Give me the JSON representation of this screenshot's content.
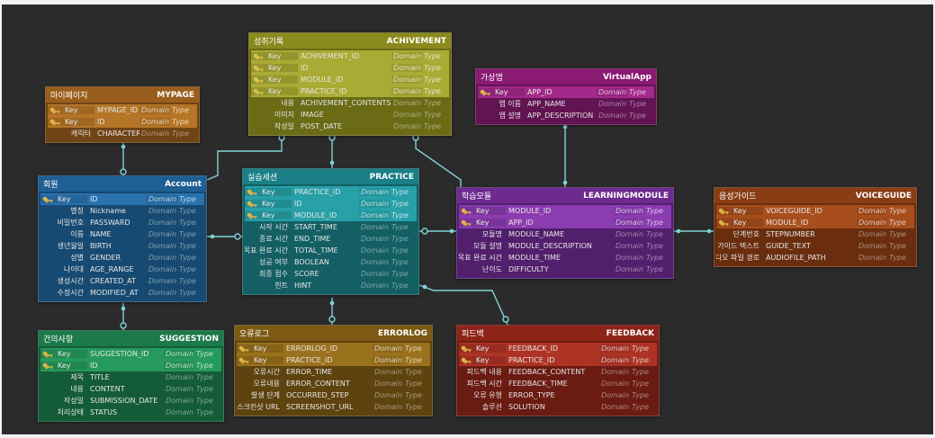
{
  "diagram": {
    "entities": [
      {
        "id": "achivement",
        "kr": "성취기록",
        "en": "ACHIVEMENT",
        "colors": {
          "head": "#8a8a1e",
          "body": "#6b6b16",
          "key": "#a9ab34",
          "key_icon": "#d9c24a"
        },
        "rows": [
          {
            "label": "Key",
            "name": "ACHIVEMENT_ID",
            "domain": "Domain",
            "type": "Type",
            "key": true
          },
          {
            "label": "Key",
            "name": "ID",
            "domain": "Domain",
            "type": "Type",
            "key": true
          },
          {
            "label": "Key",
            "name": "MODULE_ID",
            "domain": "Domain",
            "type": "Type",
            "key": true
          },
          {
            "label": "Key",
            "name": "PRACTICE_ID",
            "domain": "Domain",
            "type": "Type",
            "key": true
          },
          {
            "label": "내용",
            "name": "ACHIVEMENT_CONTENTS",
            "domain": "Domain",
            "type": "Type",
            "key": false
          },
          {
            "label": "이미지",
            "name": "IMAGE",
            "domain": "Domain",
            "type": "Type",
            "key": false
          },
          {
            "label": "작성일",
            "name": "POST_DATE",
            "domain": "Domain",
            "type": "Type",
            "key": false
          }
        ]
      },
      {
        "id": "mypage",
        "kr": "마이페이지",
        "en": "MYPAGE",
        "colors": {
          "head": "#9a5e1c",
          "body": "#704415",
          "key": "#b57627",
          "key_icon": "#e0b44a"
        },
        "rows": [
          {
            "label": "Key",
            "name": "MYPAGE_ID",
            "domain": "Domain",
            "type": "Type",
            "key": true
          },
          {
            "label": "Key",
            "name": "ID",
            "domain": "Domain",
            "type": "Type",
            "key": true
          },
          {
            "label": "캐릭터",
            "name": "CHARACTER",
            "domain": "Domain",
            "type": "Type",
            "key": false
          }
        ]
      },
      {
        "id": "virtualapp",
        "kr": "가상앱",
        "en": "VirtualApp",
        "colors": {
          "head": "#8a1a72",
          "body": "#621352",
          "key": "#a3298a",
          "key_icon": "#e0b44a"
        },
        "rows": [
          {
            "label": "Key",
            "name": "APP_ID",
            "domain": "Domain",
            "type": "Type",
            "key": true
          },
          {
            "label": "앱 이름",
            "name": "APP_NAME",
            "domain": "Domain",
            "type": "Type",
            "key": false
          },
          {
            "label": "앱 설명",
            "name": "APP_DESCRIPTION",
            "domain": "Domain",
            "type": "Type",
            "key": false
          }
        ]
      },
      {
        "id": "account",
        "kr": "회원",
        "en": "Account",
        "colors": {
          "head": "#1f5f93",
          "body": "#164a72",
          "key": "#2a72ad",
          "key_icon": "#e0b44a"
        },
        "rows": [
          {
            "label": "Key",
            "name": "ID",
            "domain": "Domain",
            "type": "Type",
            "key": true
          },
          {
            "label": "별칭",
            "name": "Nickname",
            "domain": "Domain",
            "type": "Type",
            "key": false
          },
          {
            "label": "비밀번호",
            "name": "PASSWARD",
            "domain": "Domain",
            "type": "Type",
            "key": false
          },
          {
            "label": "이름",
            "name": "NAME",
            "domain": "Domain",
            "type": "Type",
            "key": false
          },
          {
            "label": "생년월일",
            "name": "BIRTH",
            "domain": "Domain",
            "type": "Type",
            "key": false
          },
          {
            "label": "성별",
            "name": "GENDER",
            "domain": "Domain",
            "type": "Type",
            "key": false
          },
          {
            "label": "나이대",
            "name": "AGE_RANGE",
            "domain": "Domain",
            "type": "Type",
            "key": false
          },
          {
            "label": "생성시간",
            "name": "CREATED_AT",
            "domain": "Domain",
            "type": "Type",
            "key": false
          },
          {
            "label": "수정시간",
            "name": "MODIFIED_AT",
            "domain": "Domain",
            "type": "Type",
            "key": false
          }
        ]
      },
      {
        "id": "practice",
        "kr": "실습세션",
        "en": "PRACTICE",
        "colors": {
          "head": "#1a7f86",
          "body": "#135f64",
          "key": "#27a0a8",
          "key_icon": "#e0b44a"
        },
        "rows": [
          {
            "label": "Key",
            "name": "PRACTICE_ID",
            "domain": "Domain",
            "type": "Type",
            "key": true
          },
          {
            "label": "Key",
            "name": "ID",
            "domain": "Domain",
            "type": "Type",
            "key": true
          },
          {
            "label": "Key",
            "name": "MODULE_ID",
            "domain": "Domain",
            "type": "Type",
            "key": true
          },
          {
            "label": "시작 시간",
            "name": "START_TIME",
            "domain": "Domain",
            "type": "Type",
            "key": false
          },
          {
            "label": "종료 시간",
            "name": "END_TIME",
            "domain": "Domain",
            "type": "Type",
            "key": false
          },
          {
            "label": "목표 완료 시간",
            "name": "TOTAL_TIME",
            "domain": "Domain",
            "type": "Type",
            "key": false
          },
          {
            "label": "성공 여부",
            "name": "BOOLEAN",
            "domain": "Domain",
            "type": "Type",
            "key": false
          },
          {
            "label": "최종 점수",
            "name": "SCORE",
            "domain": "Domain",
            "type": "Type",
            "key": false
          },
          {
            "label": "힌트",
            "name": "HINT",
            "domain": "Domain",
            "type": "Type",
            "key": false
          }
        ]
      },
      {
        "id": "learningmodule",
        "kr": "학습모듈",
        "en": "LEARNINGMODULE",
        "colors": {
          "head": "#6d2a8f",
          "body": "#521f6c",
          "key": "#8a3cb0",
          "key_icon": "#e0b44a"
        },
        "rows": [
          {
            "label": "Key",
            "name": "MODULE_ID",
            "domain": "Domain",
            "type": "Type",
            "key": true
          },
          {
            "label": "Key",
            "name": "APP_ID",
            "domain": "Domain",
            "type": "Type",
            "key": true
          },
          {
            "label": "모듈명",
            "name": "MODULE_NAME",
            "domain": "Domain",
            "type": "Type",
            "key": false
          },
          {
            "label": "모듈 설명",
            "name": "MODULE_DESCRIPTION",
            "domain": "Domain",
            "type": "Type",
            "key": false
          },
          {
            "label": "목표 완료 시간",
            "name": "MODULE_TIME",
            "domain": "Domain",
            "type": "Type",
            "key": false
          },
          {
            "label": "난이도",
            "name": "DIFFICULTY",
            "domain": "Domain",
            "type": "Type",
            "key": false
          }
        ]
      },
      {
        "id": "voiceguide",
        "kr": "음성가이드",
        "en": "VOICEGUIDE",
        "colors": {
          "head": "#8a3d14",
          "body": "#6a2e0f",
          "key": "#a84e1d",
          "key_icon": "#e0b44a"
        },
        "rows": [
          {
            "label": "Key",
            "name": "VOICEGUIDE_ID",
            "domain": "Domain",
            "type": "Type",
            "key": true
          },
          {
            "label": "Key",
            "name": "MODULE_ID",
            "domain": "Domain",
            "type": "Type",
            "key": true
          },
          {
            "label": "단계번호",
            "name": "STEPNUMBER",
            "domain": "Domain",
            "type": "Type",
            "key": false
          },
          {
            "label": "가이드 텍스트",
            "name": "GUIDE_TEXT",
            "domain": "Domain",
            "type": "Type",
            "key": false
          },
          {
            "label": "오디오 파일 경로",
            "name": "AUDIOFILE_PATH",
            "domain": "Domain",
            "type": "Type",
            "key": false
          }
        ]
      },
      {
        "id": "suggestion",
        "kr": "건의사항",
        "en": "SUGGESTION",
        "colors": {
          "head": "#1c7a4a",
          "body": "#145c37",
          "key": "#26995c",
          "key_icon": "#e0b44a"
        },
        "rows": [
          {
            "label": "Key",
            "name": "SUGGESTION_ID",
            "domain": "Domain",
            "type": "Type",
            "key": true
          },
          {
            "label": "Key",
            "name": "ID",
            "domain": "Domain",
            "type": "Type",
            "key": true
          },
          {
            "label": "제목",
            "name": "TITLE",
            "domain": "Domain",
            "type": "Type",
            "key": false
          },
          {
            "label": "내용",
            "name": "CONTENT",
            "domain": "Domain",
            "type": "Type",
            "key": false
          },
          {
            "label": "작성일",
            "name": "SUBMISSION_DATE",
            "domain": "Domain",
            "type": "Type",
            "key": false
          },
          {
            "label": "처리상태",
            "name": "STATUS",
            "domain": "Domain",
            "type": "Type",
            "key": false
          }
        ]
      },
      {
        "id": "errorlog",
        "kr": "오류로그",
        "en": "ERRORLOG",
        "colors": {
          "head": "#7d5a14",
          "body": "#5e430f",
          "key": "#9a711c",
          "key_icon": "#e0b44a"
        },
        "rows": [
          {
            "label": "Key",
            "name": "ERRORLOG_ID",
            "domain": "Domain",
            "type": "Type",
            "key": true
          },
          {
            "label": "Key",
            "name": "PRACTICE_ID",
            "domain": "Domain",
            "type": "Type",
            "key": true
          },
          {
            "label": "오류시간",
            "name": "ERROR_TIME",
            "domain": "Domain",
            "type": "Type",
            "key": false
          },
          {
            "label": "오류내용",
            "name": "ERROR_CONTENT",
            "domain": "Domain",
            "type": "Type",
            "key": false
          },
          {
            "label": "발생 단계",
            "name": "OCCURRED_STEP",
            "domain": "Domain",
            "type": "Type",
            "key": false
          },
          {
            "label": "스크린샷 URL",
            "name": "SCREENSHOT_URL",
            "domain": "Domain",
            "type": "Type",
            "key": false
          }
        ]
      },
      {
        "id": "feedback",
        "kr": "피드백",
        "en": "FEEDBACK",
        "colors": {
          "head": "#8c2418",
          "body": "#6a1b12",
          "key": "#ad3325",
          "key_icon": "#e0b44a"
        },
        "rows": [
          {
            "label": "Key",
            "name": "FEEDBACK_ID",
            "domain": "Domain",
            "type": "Type",
            "key": true
          },
          {
            "label": "Key",
            "name": "PRACTICE_ID",
            "domain": "Domain",
            "type": "Type",
            "key": true
          },
          {
            "label": "피드백 내용",
            "name": "FEEDBACK_CONTENT",
            "domain": "Domain",
            "type": "Type",
            "key": false
          },
          {
            "label": "피드백 시간",
            "name": "FEEDBACK_TIME",
            "domain": "Domain",
            "type": "Type",
            "key": false
          },
          {
            "label": "오류 유형",
            "name": "ERROR_TYPE",
            "domain": "Domain",
            "type": "Type",
            "key": false
          },
          {
            "label": "솔루션",
            "name": "SOLUTION",
            "domain": "Domain",
            "type": "Type",
            "key": false
          }
        ]
      }
    ],
    "link_color": "#7fd3d8"
  }
}
